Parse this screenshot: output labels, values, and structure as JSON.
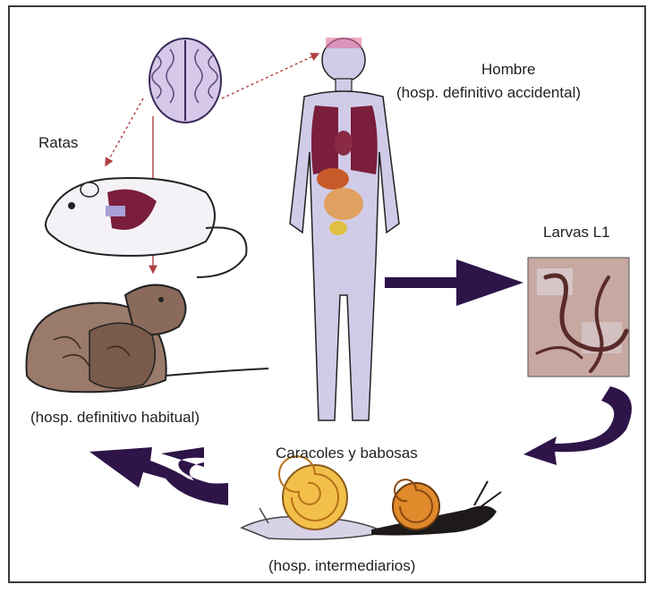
{
  "labels": {
    "rats": "Ratas",
    "human_line1": "Hombre",
    "human_line2": "(hosp. definitivo accidental)",
    "larvae": "Larvas L1",
    "rats_host": "(hosp. definitivo habitual)",
    "snails": "Caracoles y babosas",
    "snails_host": "(hosp. intermediarios)"
  },
  "colors": {
    "arrow": "#2e1448",
    "body": "#d0cce8",
    "lungs": "#7a1e3c",
    "brain": "#d6c8e8",
    "snail_shell": "#f2c04a",
    "slug_shell": "#e08a2c",
    "micrograph_bg": "#c7a9a2",
    "larva": "#5a2a2a"
  }
}
